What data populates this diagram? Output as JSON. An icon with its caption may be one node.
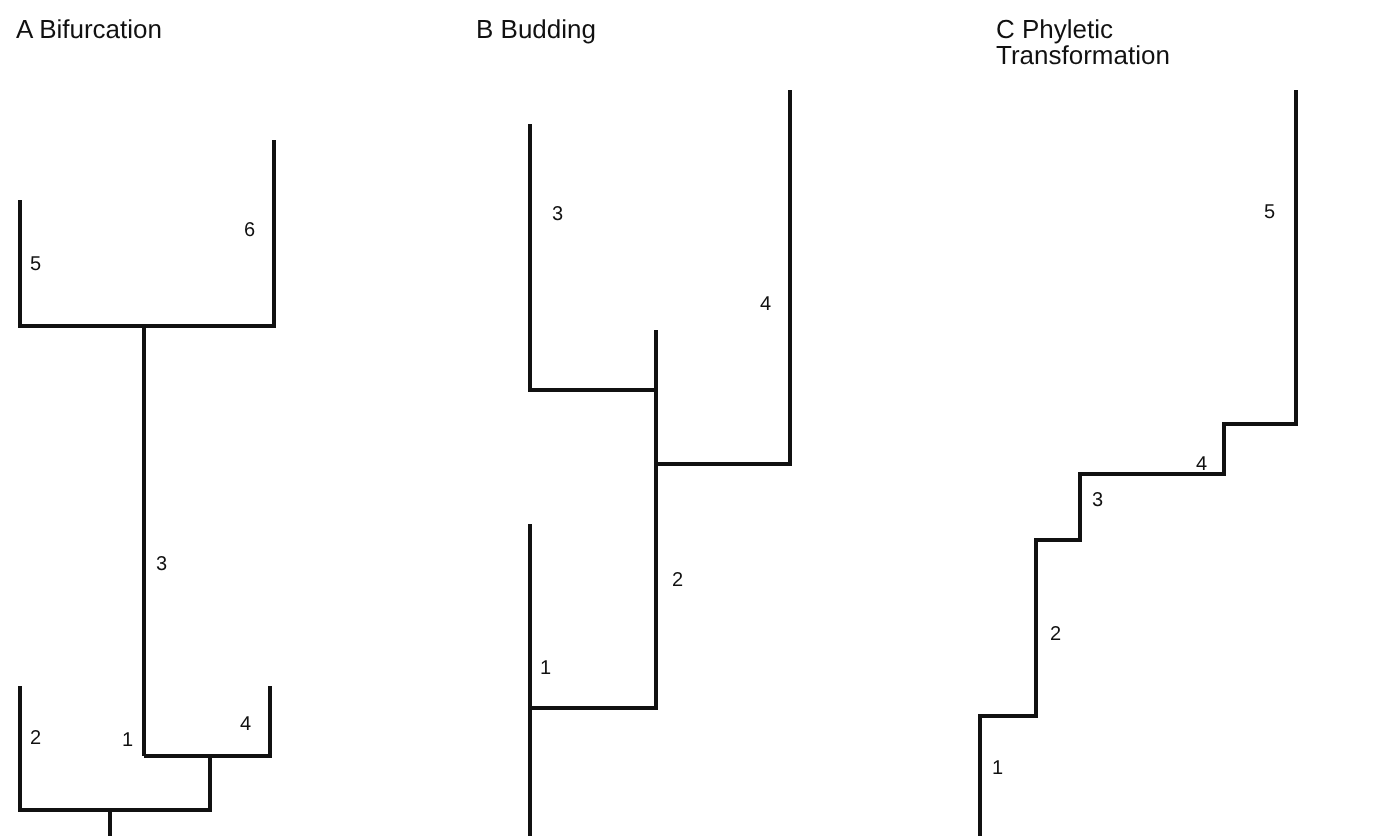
{
  "diagram": {
    "labels": [
      "A Bifurcation",
      "B Budding",
      "C Phyletic Transformation",
      "5",
      "6",
      "3",
      "2",
      "4",
      "1",
      "3",
      "4",
      "2",
      "1",
      "5",
      "4",
      "3",
      "2",
      "1"
    ]
  }
}
